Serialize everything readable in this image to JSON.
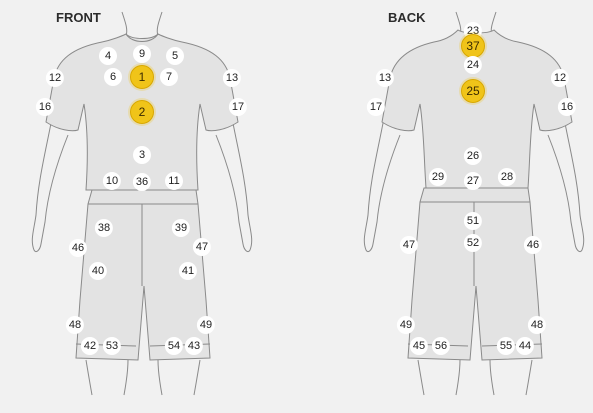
{
  "titles": {
    "front": "FRONT",
    "back": "BACK"
  },
  "colors": {
    "highlight": "#f0c419",
    "garment": "#e3e3e3",
    "outline": "#8a8a8a",
    "background": "#f1f1f1"
  },
  "front_points": [
    "4",
    "9",
    "5",
    "6",
    "1",
    "7",
    "12",
    "13",
    "16",
    "2",
    "17",
    "3",
    "10",
    "36",
    "11",
    "38",
    "39",
    "46",
    "47",
    "40",
    "41",
    "48",
    "49",
    "42",
    "53",
    "54",
    "43"
  ],
  "back_points": [
    "23",
    "37",
    "24",
    "13",
    "12",
    "25",
    "17",
    "16",
    "26",
    "29",
    "27",
    "28",
    "51",
    "52",
    "47",
    "46",
    "49",
    "48",
    "45",
    "56",
    "55",
    "44"
  ],
  "highlighted": [
    "1",
    "2",
    "37",
    "25"
  ]
}
